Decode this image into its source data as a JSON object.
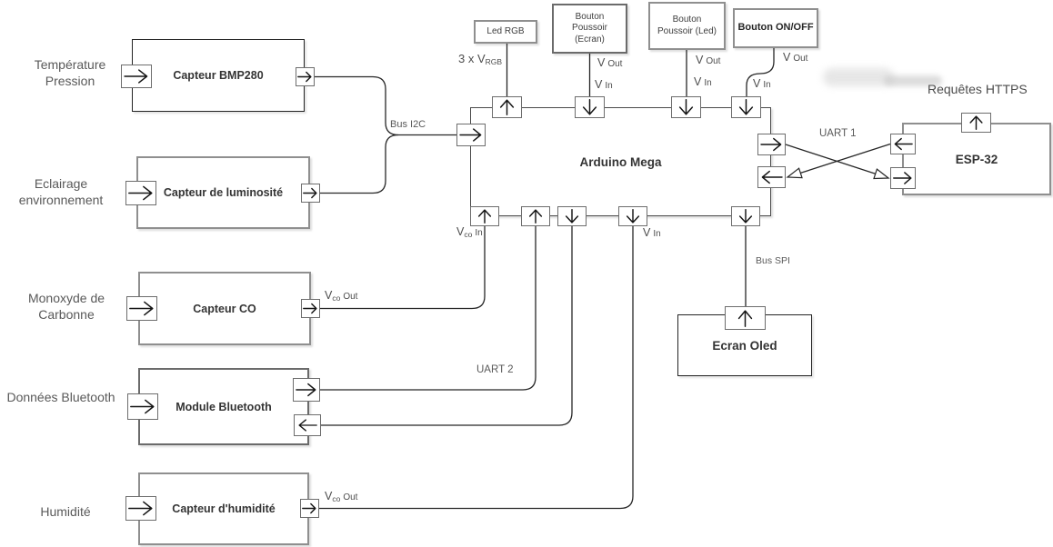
{
  "diagram": {
    "nodes": {
      "bmp280": {
        "title": "Capteur BMP280",
        "ext1": "Température",
        "ext2": "Pression"
      },
      "lum": {
        "title": "Capteur de luminosité",
        "ext1": "Eclairage",
        "ext2": "environnement"
      },
      "co": {
        "title": "Capteur CO",
        "ext1": "Monoxyde de",
        "ext2": "Carbonne"
      },
      "bt": {
        "title": "Module Bluetooth",
        "ext1": "Données Bluetooth"
      },
      "hum": {
        "title": "Capteur d'humidité",
        "ext1": "Humidité"
      },
      "arduino": {
        "title": "Arduino Mega"
      },
      "esp32": {
        "title": "ESP-32"
      },
      "oled": {
        "title": "Ecran Oled"
      },
      "led_rgb": {
        "title": "Led RGB"
      },
      "btn_ecran": {
        "line1": "Bouton",
        "line2": "Poussoir",
        "line3": "(Ecran)"
      },
      "btn_led": {
        "line1": "Bouton",
        "line2": "Poussoir (Led)"
      },
      "btn_onoff": {
        "title": "Bouton ON/OFF"
      }
    },
    "wire_labels": {
      "bus_i2c": "Bus I2C",
      "uart1": "UART 1",
      "uart2": "UART 2",
      "bus_spi": "Bus SPI",
      "https": "Requêtes HTTPS"
    },
    "pin_labels": {
      "rgb": {
        "main": "3 x V",
        "sub": "RGB"
      },
      "vco_out": {
        "main": "V",
        "sub": "co",
        "rest": "Out"
      },
      "vco_in": {
        "main": "V",
        "sub": "co",
        "rest": "In"
      },
      "v_out": {
        "main": "V",
        "rest": "Out"
      },
      "v_in": {
        "main": "V",
        "rest": "In"
      }
    },
    "colors": {
      "wire": "#262626",
      "border_grey": "#8f8f8f",
      "border_dark": "#242424",
      "label_text": "#595959",
      "title_text": "#343434",
      "background": "#ffffff"
    }
  }
}
